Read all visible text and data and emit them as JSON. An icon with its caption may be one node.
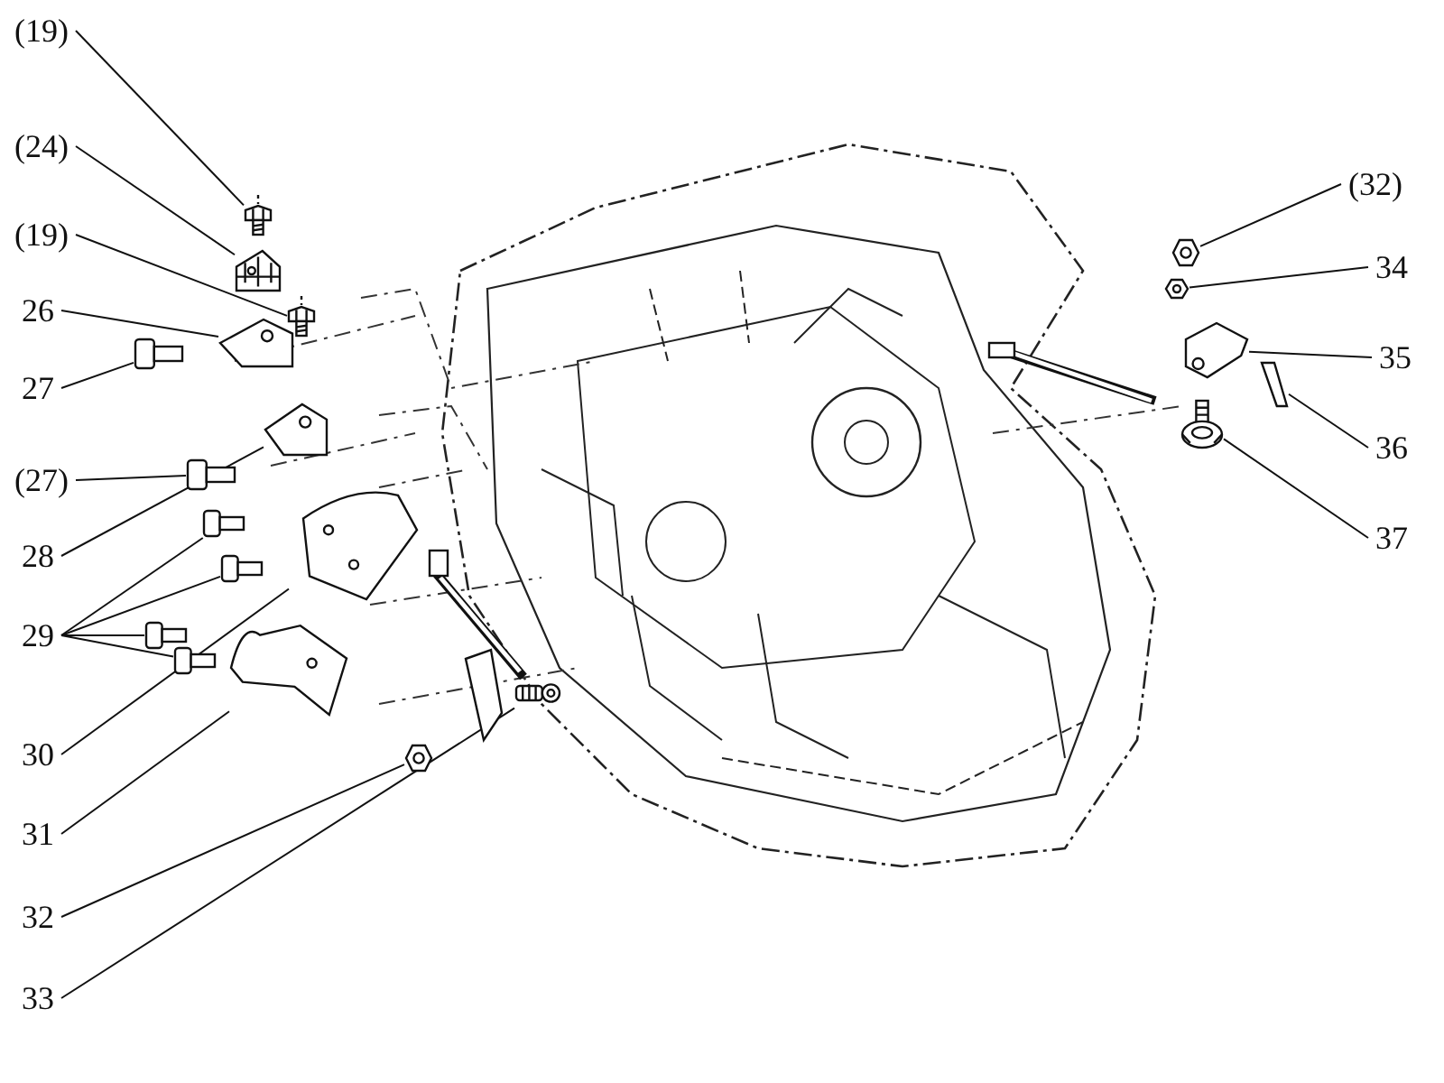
{
  "diagram": {
    "nodes": [
      {
        "text": [
          "(19)"
        ]
      },
      {
        "text": [
          "(24)"
        ]
      },
      {
        "text": [
          "(19)"
        ]
      },
      {
        "text": [
          "26"
        ]
      },
      {
        "text": [
          "27"
        ]
      },
      {
        "text": [
          "(27)"
        ]
      },
      {
        "text": [
          "28"
        ]
      },
      {
        "text": [
          "29"
        ]
      },
      {
        "text": [
          "30"
        ]
      },
      {
        "text": [
          "31"
        ]
      },
      {
        "text": [
          "32"
        ]
      },
      {
        "text": [
          "33"
        ]
      },
      {
        "text": [
          "(32)"
        ]
      },
      {
        "text": [
          "34"
        ]
      },
      {
        "text": [
          "35"
        ]
      },
      {
        "text": [
          "36"
        ]
      },
      {
        "text": [
          "37"
        ]
      },
      {
        "text": [],
        "shape": "picture"
      },
      {
        "text": [],
        "shape": "picture"
      },
      {
        "text": [],
        "shape": "picture"
      },
      {
        "text": [],
        "shape": "picture"
      },
      {
        "text": [],
        "shape": "picture"
      },
      {
        "text": [],
        "shape": "picture"
      },
      {
        "text": [],
        "shape": "picture"
      },
      {
        "text": [],
        "shape": "picture"
      },
      {
        "text": [],
        "shape": "picture"
      },
      {
        "text": [],
        "shape": "picture"
      },
      {
        "text": [],
        "shape": "picture"
      },
      {
        "text": [],
        "shape": "picture"
      },
      {
        "text": [],
        "shape": "picture"
      },
      {
        "text": [],
        "shape": "picture"
      },
      {
        "text": [],
        "shape": "picture"
      },
      {
        "text": [],
        "shape": "picture"
      },
      {
        "text": [],
        "shape": "picture"
      },
      {
        "text": [],
        "shape": "picture"
      },
      {
        "text": [],
        "shape": "picture"
      },
      {
        "text": [],
        "shape": "picture"
      }
    ],
    "edges": [
      {
        "from": 0,
        "to": 17,
        "arrow": "none"
      },
      {
        "from": 1,
        "to": 18,
        "arrow": "none"
      },
      {
        "from": 2,
        "to": 19,
        "arrow": "none"
      },
      {
        "from": 3,
        "to": 20,
        "arrow": "none"
      },
      {
        "from": 4,
        "to": 21,
        "arrow": "none"
      },
      {
        "from": 5,
        "to": 22,
        "arrow": "none"
      },
      {
        "from": 6,
        "to": 23,
        "arrow": "none"
      },
      {
        "from": 7,
        "to": 24,
        "arrow": "none"
      },
      {
        "from": 7,
        "to": 25,
        "arrow": "none"
      },
      {
        "from": 7,
        "to": 26,
        "arrow": "none"
      },
      {
        "from": 7,
        "to": 27,
        "arrow": "none"
      },
      {
        "from": 8,
        "to": 28,
        "arrow": "none"
      },
      {
        "from": 9,
        "to": 29,
        "arrow": "none"
      },
      {
        "from": 10,
        "to": 30,
        "arrow": "none"
      },
      {
        "from": 11,
        "to": 31,
        "arrow": "none"
      },
      {
        "from": 12,
        "to": 32,
        "arrow": "none"
      },
      {
        "from": 13,
        "to": 33,
        "arrow": "none"
      },
      {
        "from": 14,
        "to": 34,
        "arrow": "none"
      },
      {
        "from": 15,
        "to": 35,
        "arrow": "none"
      },
      {
        "from": 16,
        "to": 36,
        "arrow": "none"
      }
    ]
  }
}
